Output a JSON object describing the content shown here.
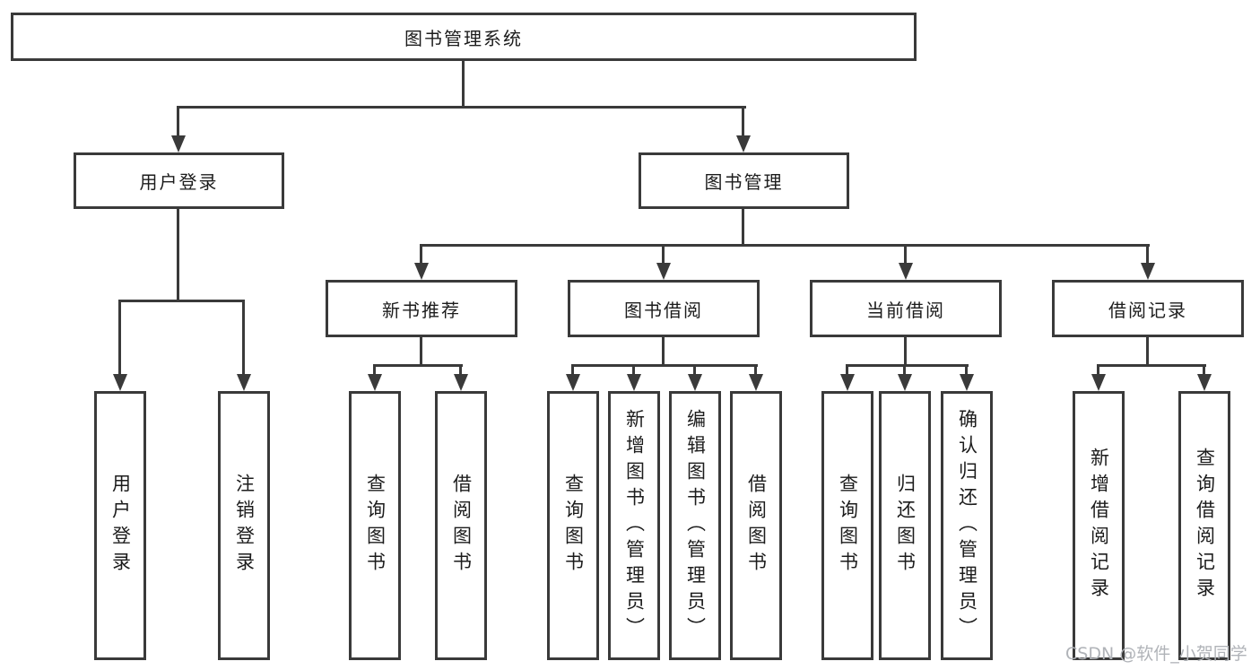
{
  "nodes": {
    "root": "图书管理系统",
    "user_login": "用户登录",
    "book_management": "图书管理",
    "new_book_recommend": "新书推荐",
    "book_borrow": "图书借阅",
    "current_borrow": "当前借阅",
    "borrow_records": "借阅记录"
  },
  "leaves": {
    "login": [
      "用户登录",
      "注销登录"
    ],
    "recommend": [
      "查询图书",
      "借阅图书"
    ],
    "borrow": [
      "查询图书",
      "新增图书（管理员）",
      "编辑图书（管理员）",
      "借阅图书"
    ],
    "current": [
      "查询图书",
      "归还图书",
      "确认归还（管理员）"
    ],
    "records": [
      "新增借阅记录",
      "查询借阅记录"
    ]
  },
  "watermark": "CSDN @软件_小贺同学",
  "colors": {
    "line": "#3a3a3a",
    "text": "#1c1c1c",
    "watermark": "#b0b3b8",
    "background": "#ffffff"
  }
}
